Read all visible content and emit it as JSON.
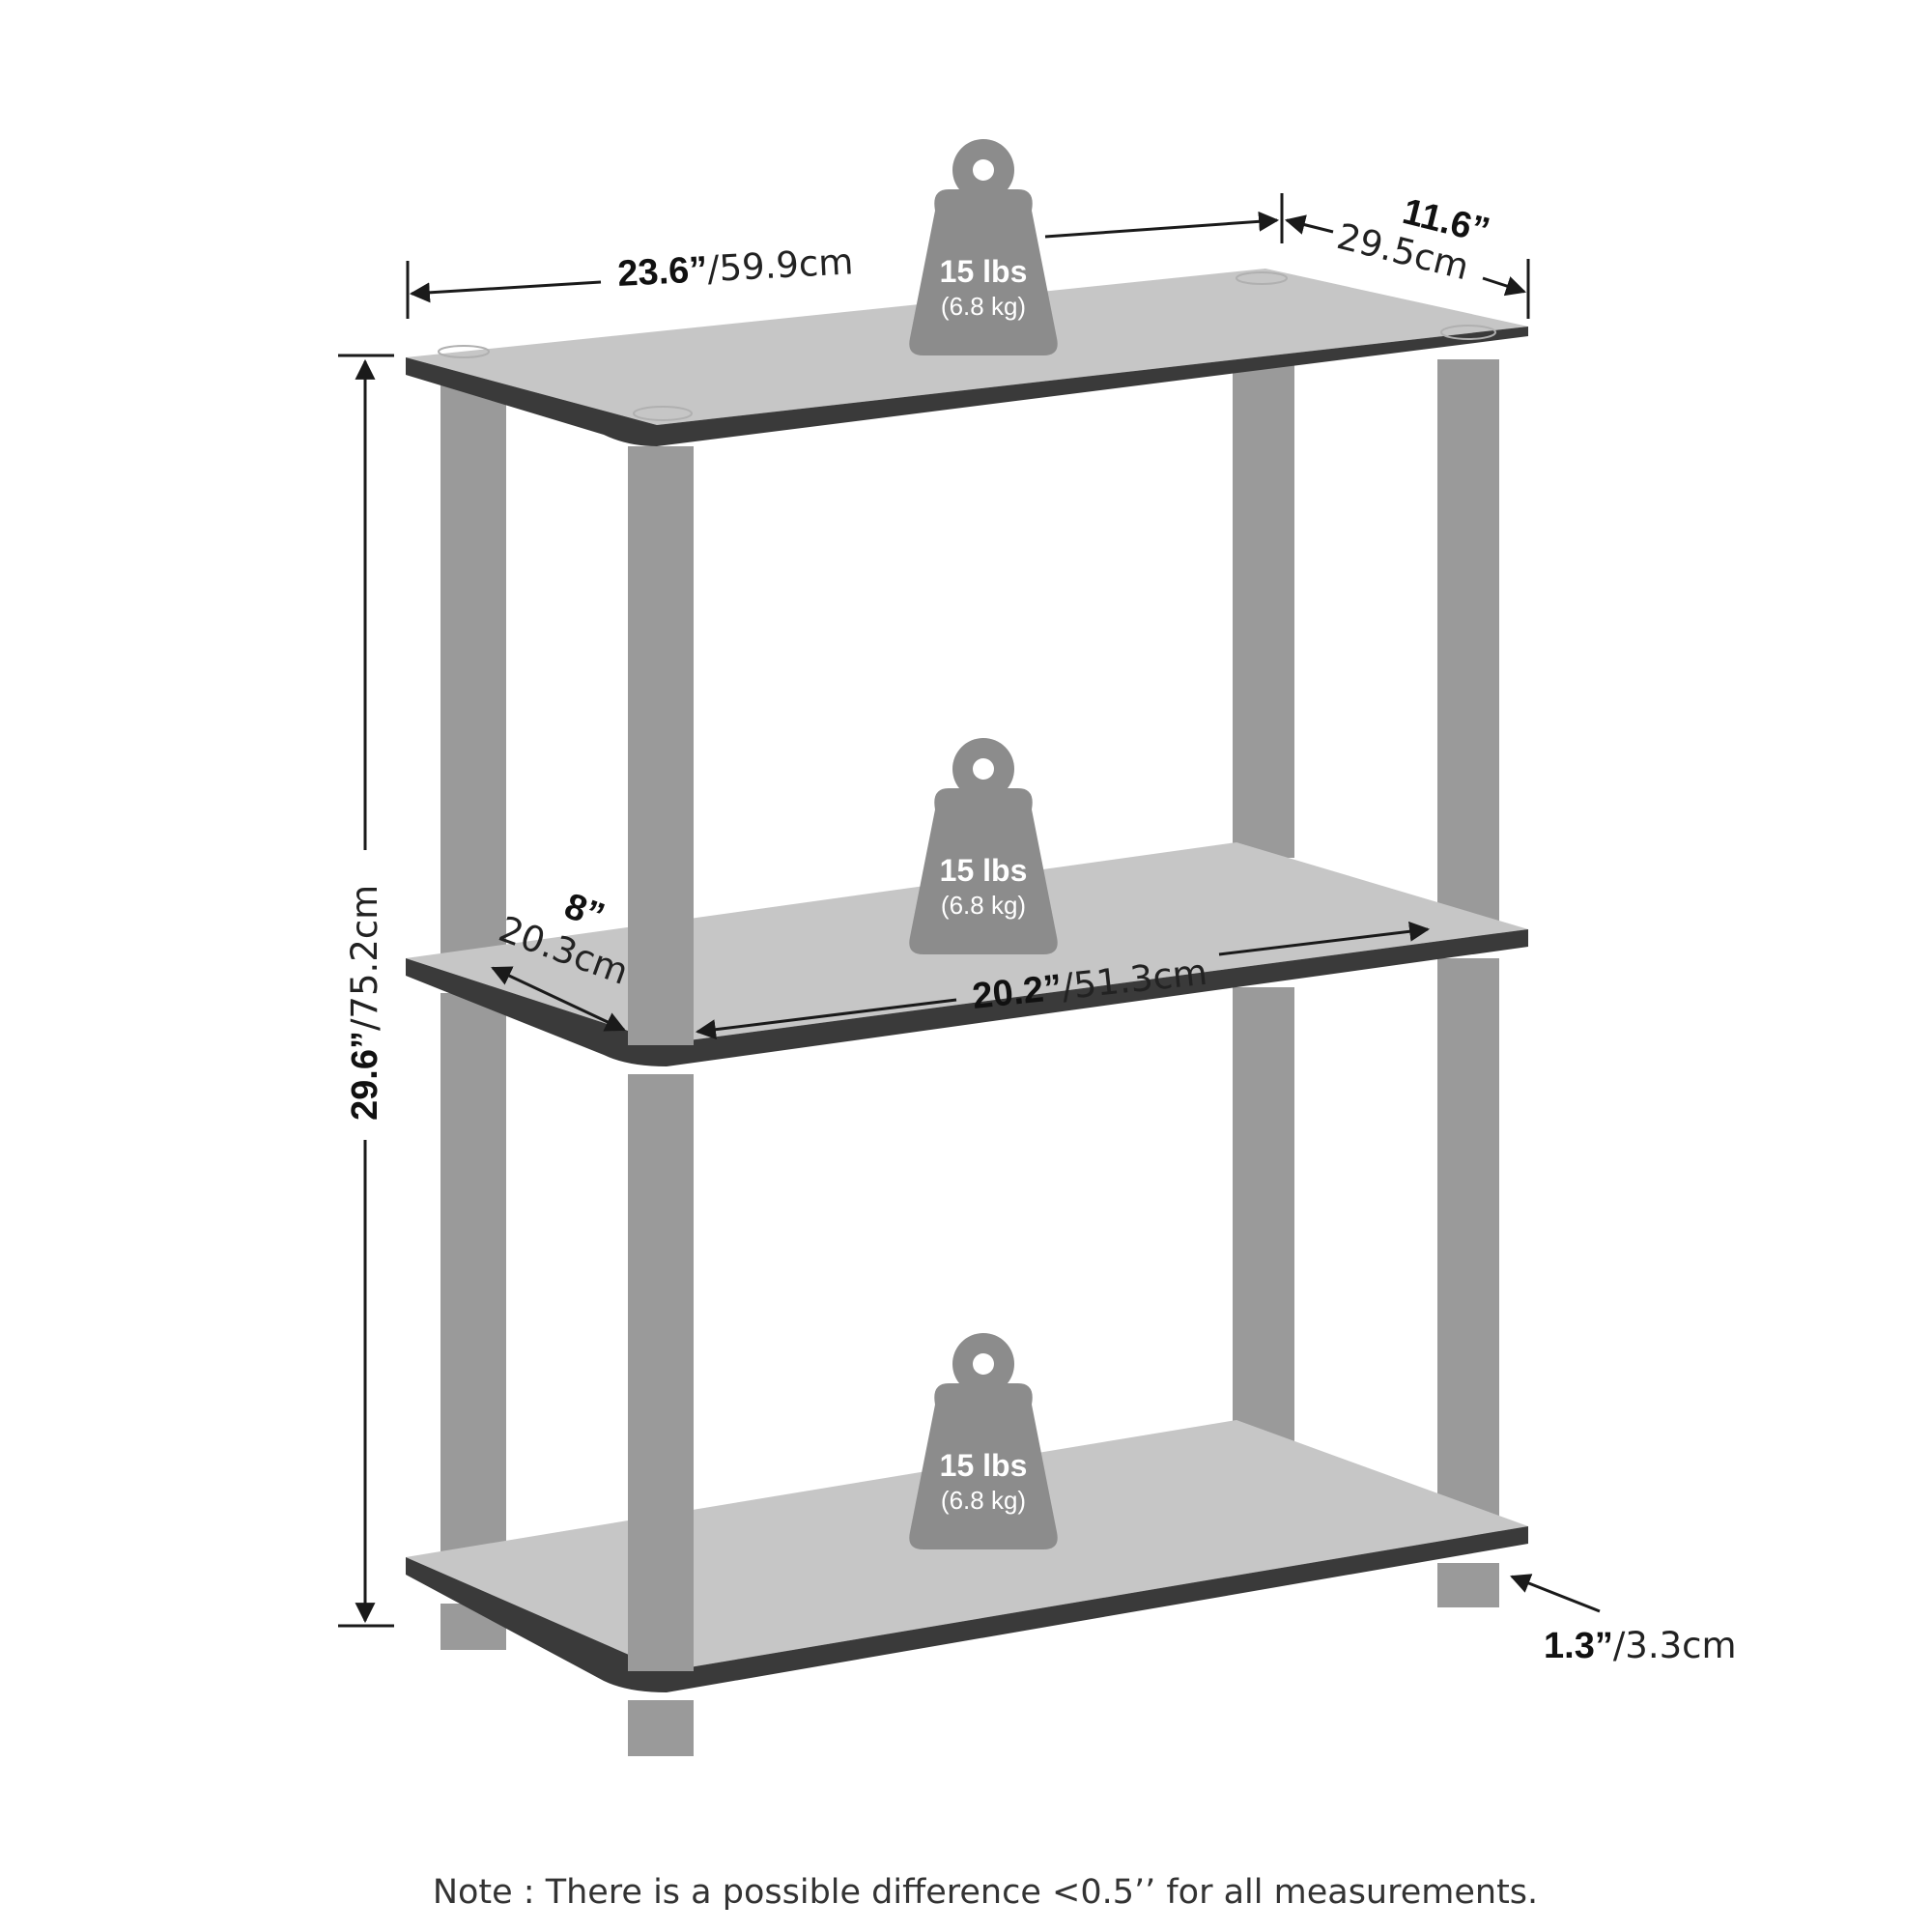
{
  "dimensions": {
    "width_top": {
      "inch": "23.6”",
      "cm": "/59.9cm"
    },
    "depth_top": {
      "inch": "11.6”",
      "cm": "29.5cm"
    },
    "height": {
      "inch": "29.6”",
      "cm": "/75.2cm"
    },
    "depth_inner": {
      "inch": "8”",
      "cm": "20.3cm"
    },
    "width_inner": {
      "inch": "20.2”",
      "cm": "/51.3cm"
    },
    "foot_height": {
      "inch": "1.3”",
      "cm": "/3.3cm"
    }
  },
  "weights": [
    {
      "main": "15 lbs",
      "sub": "(6.8 kg)"
    },
    {
      "main": "15 lbs",
      "sub": "(6.8 kg)"
    },
    {
      "main": "15 lbs",
      "sub": "(6.8 kg)"
    }
  ],
  "note": "Note : There is a possible difference <0.5’’ for all measurements.",
  "colors": {
    "shelf_top": "#c6c6c6",
    "shelf_edge": "#3a3a3a",
    "post": "#9a9a9a",
    "weight_icon": "#8c8c8c",
    "line": "#1a1a1a"
  }
}
